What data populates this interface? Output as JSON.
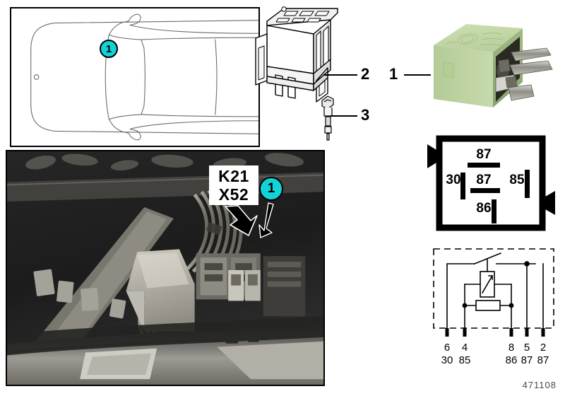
{
  "document": {
    "part_number": "471108",
    "badge_color": "#12d3d6",
    "relay_body_color": "#c3d6a8"
  },
  "car_panel": {
    "badge_label": "1"
  },
  "connector_panel": {
    "callouts": [
      {
        "id": "2",
        "label": "2"
      },
      {
        "id": "3",
        "label": "3"
      }
    ]
  },
  "relay_panel": {
    "callout_label": "1"
  },
  "photo_panel": {
    "badge_label": "1",
    "label_line1": "K21",
    "label_line2": "X52"
  },
  "pinout": {
    "terminals": [
      {
        "name": "top",
        "label": "87"
      },
      {
        "name": "left",
        "label": "30"
      },
      {
        "name": "middle",
        "label": "87"
      },
      {
        "name": "right",
        "label": "85"
      },
      {
        "name": "bottom",
        "label": "86"
      }
    ]
  },
  "schematic": {
    "pin_numbers": [
      "6",
      "4",
      "8",
      "5",
      "2"
    ],
    "terminal_names": [
      "30",
      "85",
      "86",
      "87",
      "87"
    ]
  }
}
